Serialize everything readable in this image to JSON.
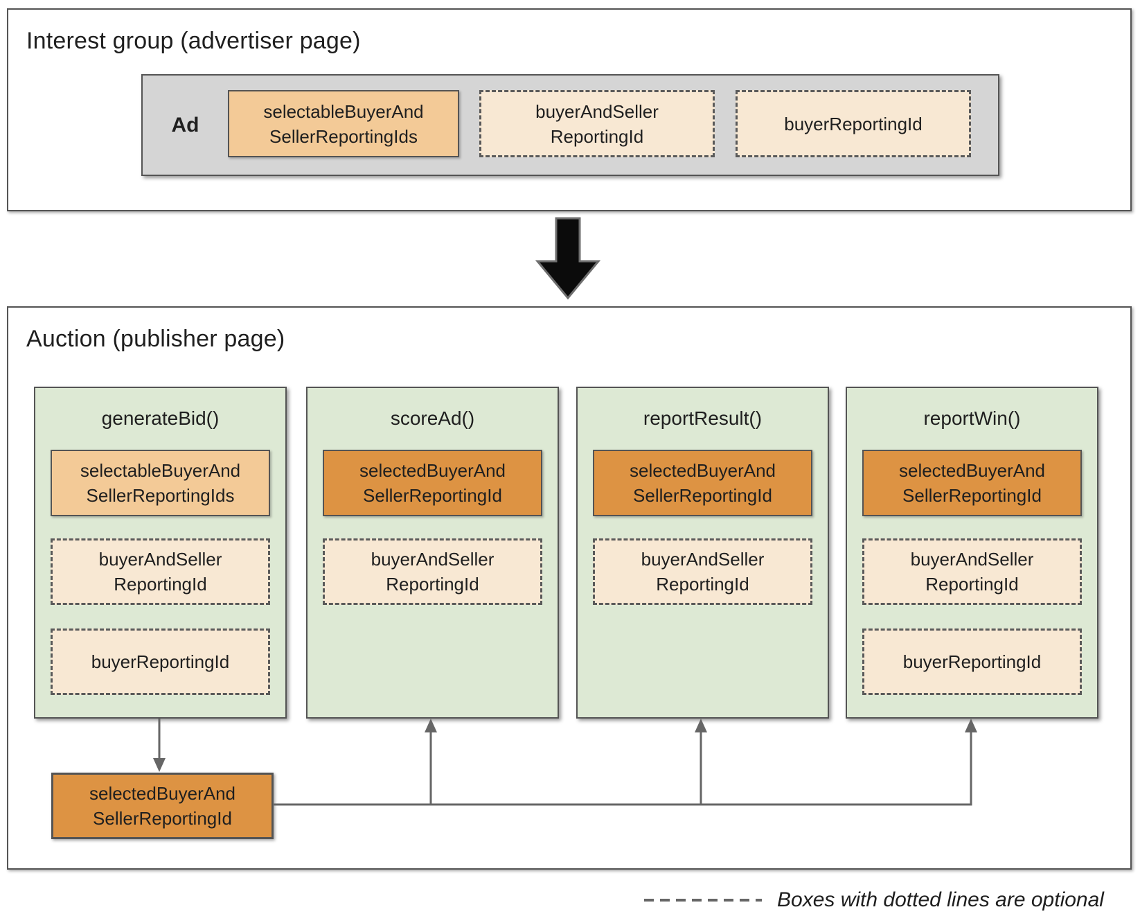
{
  "interest_group": {
    "title": "Interest group (advertiser page)",
    "ad_label": "Ad",
    "boxes": [
      {
        "lines": [
          "selectableBuyerAnd",
          "SellerReportingIds"
        ],
        "optional": false
      },
      {
        "lines": [
          "buyerAndSeller",
          "ReportingId"
        ],
        "optional": true
      },
      {
        "lines": [
          "buyerReportingId"
        ],
        "optional": true
      }
    ]
  },
  "auction": {
    "title": "Auction (publisher page)",
    "columns": [
      {
        "title": "generateBid()",
        "boxes": [
          {
            "lines": [
              "selectableBuyerAnd",
              "SellerReportingIds"
            ],
            "optional": false
          },
          {
            "lines": [
              "buyerAndSeller",
              "ReportingId"
            ],
            "optional": true
          },
          {
            "lines": [
              "buyerReportingId"
            ],
            "optional": true
          }
        ]
      },
      {
        "title": "scoreAd()",
        "boxes": [
          {
            "lines": [
              "selectedBuyerAnd",
              "SellerReportingId"
            ],
            "optional": false
          },
          {
            "lines": [
              "buyerAndSeller",
              "ReportingId"
            ],
            "optional": true
          }
        ]
      },
      {
        "title": "reportResult()",
        "boxes": [
          {
            "lines": [
              "selectedBuyerAnd",
              "SellerReportingId"
            ],
            "optional": false
          },
          {
            "lines": [
              "buyerAndSeller",
              "ReportingId"
            ],
            "optional": true
          }
        ]
      },
      {
        "title": "reportWin()",
        "boxes": [
          {
            "lines": [
              "selectedBuyerAnd",
              "SellerReportingId"
            ],
            "optional": false
          },
          {
            "lines": [
              "buyerAndSeller",
              "ReportingId"
            ],
            "optional": true
          },
          {
            "lines": [
              "buyerReportingId"
            ],
            "optional": true
          }
        ]
      }
    ],
    "selected_output": {
      "lines": [
        "selectedBuyerAnd",
        "SellerReportingId"
      ]
    }
  },
  "legend": {
    "text": "Boxes with dotted lines are optional"
  },
  "colors": {
    "solid_highlight": "#f3ca97",
    "selected_highlight": "#dd9343",
    "optional_fill": "#f8e8d3",
    "function_fill": "#dde9d4",
    "ad_container_fill": "#d5d5d5",
    "border": "#545454",
    "connector": "#666666",
    "flow_arrow": "#0b0b0b"
  }
}
